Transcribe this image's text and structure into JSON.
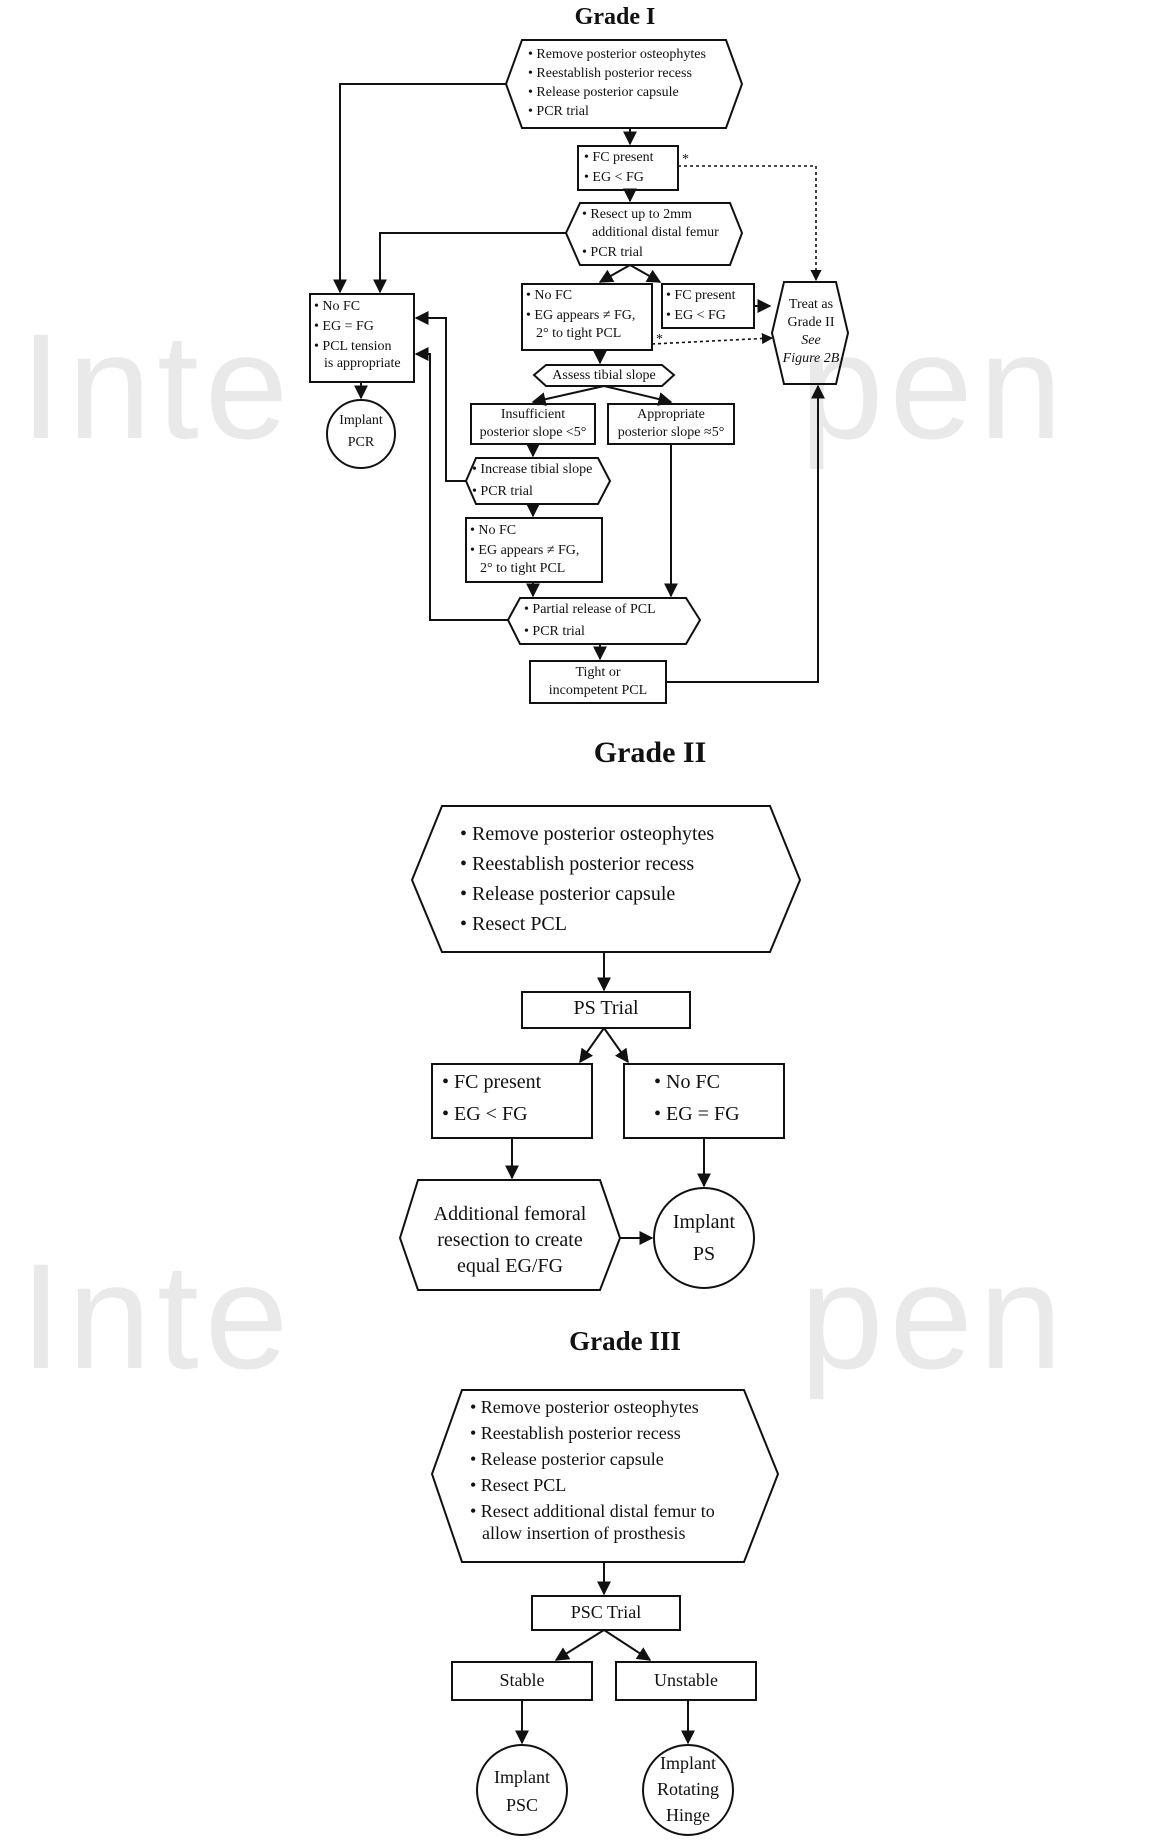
{
  "watermark": {
    "left": "Inte",
    "right": "pen"
  },
  "grade1": {
    "title": "Grade I",
    "start": [
      "• Remove posterior osteophytes",
      "• Reestablish posterior recess",
      "• Release posterior capsule",
      "• PCR trial"
    ],
    "fc1": [
      "• FC present",
      "• EG < FG"
    ],
    "resect": [
      "• Resect up to 2mm",
      "additional distal femur",
      "• PCR trial"
    ],
    "nofc_left": [
      "• No FC",
      "• EG = FG",
      "• PCL tension",
      "is appropriate"
    ],
    "nofc_mid": [
      "• No FC",
      "• EG appears ≠ FG,",
      "2° to tight PCL"
    ],
    "fc2": [
      "• FC present",
      "• EG < FG"
    ],
    "treat": [
      "Treat as",
      "Grade II"
    ],
    "treat_see": [
      "See",
      "Figure 2B"
    ],
    "implant": [
      "Implant",
      "PCR"
    ],
    "assess": "Assess tibial slope",
    "insufficient": [
      "Insufficient",
      "posterior slope <5°"
    ],
    "appropriate": [
      "Appropriate",
      "posterior slope ≈5°"
    ],
    "increase": [
      "• Increase tibial slope",
      "• PCR trial"
    ],
    "nofc_low": [
      "• No FC",
      "• EG appears ≠ FG,",
      "2° to tight PCL"
    ],
    "partial": [
      "• Partial release of PCL",
      "• PCR trial"
    ],
    "tight": [
      "Tight or",
      "incompetent PCL"
    ],
    "asterisk": "*"
  },
  "grade2": {
    "title": "Grade II",
    "start": [
      "• Remove posterior osteophytes",
      "• Reestablish posterior recess",
      "• Release posterior capsule",
      "• Resect PCL"
    ],
    "trial": "PS Trial",
    "fc": [
      "• FC present",
      "• EG < FG"
    ],
    "nofc": [
      "• No FC",
      "• EG = FG"
    ],
    "additional": [
      "Additional femoral",
      "resection to create",
      "equal EG/FG"
    ],
    "implant": [
      "Implant",
      "PS"
    ]
  },
  "grade3": {
    "title": "Grade III",
    "start": [
      "• Remove posterior osteophytes",
      "• Reestablish posterior recess",
      "• Release posterior capsule",
      "• Resect PCL",
      "• Resect additional distal femur to",
      "allow insertion of prosthesis"
    ],
    "trial": "PSC Trial",
    "stable": "Stable",
    "unstable": "Unstable",
    "implant_psc": [
      "Implant",
      "PSC"
    ],
    "implant_hinge": [
      "Implant",
      "Rotating",
      "Hinge"
    ]
  }
}
